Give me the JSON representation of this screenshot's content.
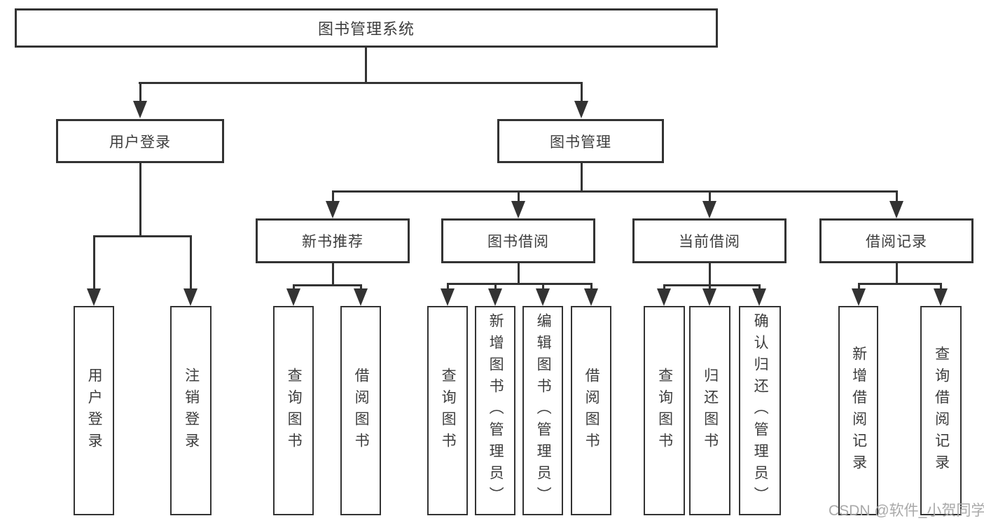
{
  "diagram": {
    "type": "hierarchy-tree",
    "root": "图书管理系统",
    "level2": [
      "用户登录",
      "图书管理"
    ],
    "level3": [
      "新书推荐",
      "图书借阅",
      "当前借阅",
      "借阅记录"
    ],
    "level4": {
      "user_login_children": [
        "用户登录",
        "注销登录"
      ],
      "new_book_children": [
        "查询图书",
        "借阅图书"
      ],
      "book_borrow_children": [
        "查询图书",
        "新增图书（管理员）",
        "编辑图书（管理员）",
        "借阅图书"
      ],
      "current_borrow_children": [
        "查询图书",
        "归还图书",
        "确认归还（管理员）"
      ],
      "borrow_records_children": [
        "新增借阅记录",
        "查询借阅记录"
      ]
    }
  },
  "watermark": {
    "text": "CSDN @软件_小贺同学",
    "color": "#a9a9a9"
  },
  "colors": {
    "line": "#333333",
    "text": "#3d3d3d",
    "background": "#ffffff"
  }
}
